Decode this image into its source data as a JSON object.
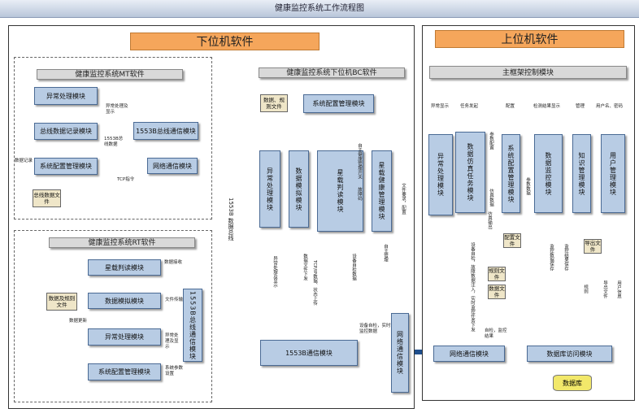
{
  "title": "健康监控系统工作流程图",
  "lower": {
    "title": "下位机软件",
    "mt": {
      "title": "健康监控系统MT软件",
      "exception": "异常处理模块",
      "log": "总线数据记录模块",
      "config": "系统配置管理模块",
      "bus1553": "1553B总线通信模块",
      "net": "网络通信模块",
      "doc": "总线数据文件",
      "l_exc": "异常处理及显示",
      "l_1553data": "1553B总线数据",
      "l_tcp": "TCP指令",
      "l_rec": "数据记录"
    },
    "rt": {
      "title": "健康监控系统RT软件",
      "read": "星载判读模块",
      "sim": "数据模拟模块",
      "exception": "异常处理模块",
      "config": "系统配置管理模块",
      "bus1553": "1553B总线通信模块",
      "doc": "数据及规则文件",
      "l_recv": "数据接收",
      "l_file": "文件传输",
      "l_exc": "异常处理及显示",
      "l_param": "系统参数设置",
      "l_update": "数据更新"
    },
    "bus_label": "1553B 数据总线",
    "bc": {
      "title": "健康监控系统下位机BC软件",
      "config": "系统配置管理模块",
      "doc": "数据、规则文件",
      "exception": "异常处理模块",
      "sim": "数据模拟模块",
      "read": "星载判读模块",
      "health": "星载健康管理模块",
      "bus1553": "1553B通信模块",
      "net": "网络通信模块",
      "l_health_switch": "自主健康管理开关",
      "l_fault": "故障码",
      "l_exc": "异常处理及显示",
      "l_datafile": "数据文件下发",
      "l_tcpip": "TCP/IP数据、状态上传",
      "l_selftest": "设备自检数据",
      "l_autonomy": "自主管理",
      "l_file_req": "文件要求，配置",
      "l_cmd": "设备自检，实时监控数据"
    }
  },
  "upper": {
    "title": "上位机软件",
    "main": "主框架控制模块",
    "exception": "异常处理模块",
    "sim": "数据仿真任务模块",
    "config": "系统配置管理模块",
    "monitor": "数据监控模块",
    "knowledge": "知识管理模块",
    "user": "用户管理模块",
    "net": "网络通信模块",
    "dbaccess": "数据库访问模块",
    "db": "数据库",
    "doc_rule": "规则文件",
    "doc_data": "数据文件",
    "doc_config": "配置文件",
    "doc_export": "导出文件",
    "l_exc": "异常显示",
    "l_task": "任务发起",
    "l_cfg": "配置",
    "l_result": "检测结果显示",
    "l_manage": "管理",
    "l_user": "用户名、密码",
    "l_param_cfg": "参数配置",
    "l_sim_data": "仿真数据",
    "l_param_data": "参数数据",
    "l_device": "设备自检，故障数据注入，实时监控任务下发",
    "l_sim_out": "仿真输出",
    "l_monitor_data": "监控数据保存",
    "l_monitor_res": "监控结果保存",
    "l_rule": "规则",
    "l_export": "导出文件",
    "l_userinfo": "用户信息",
    "l_selfmon": "自检，监控结果"
  }
}
